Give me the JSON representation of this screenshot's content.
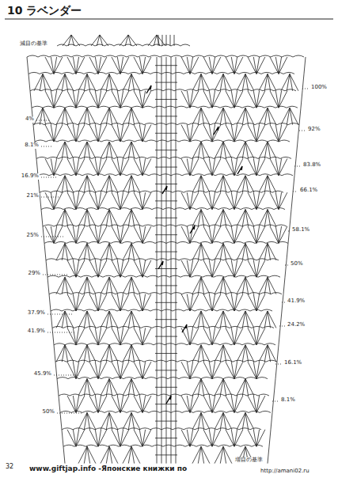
{
  "diagram": {
    "title": "10 ラベンダー",
    "labels": [
      "減目の基準",
      "4%",
      "8.1%",
      "16.9%",
      "21%",
      "25%",
      "29%",
      "37.9%",
      "41.9%",
      "45.9%",
      "50%",
      "100%",
      "92%",
      "83.8%",
      "66.1%",
      "58.1%",
      "50%",
      "41.9%",
      "24.2%",
      "16.1%",
      "8.1%",
      "増目の基準",
      "32",
      "www.giftjap.info -Японские книжки по",
      "http://amani02.ru"
    ]
  }
}
